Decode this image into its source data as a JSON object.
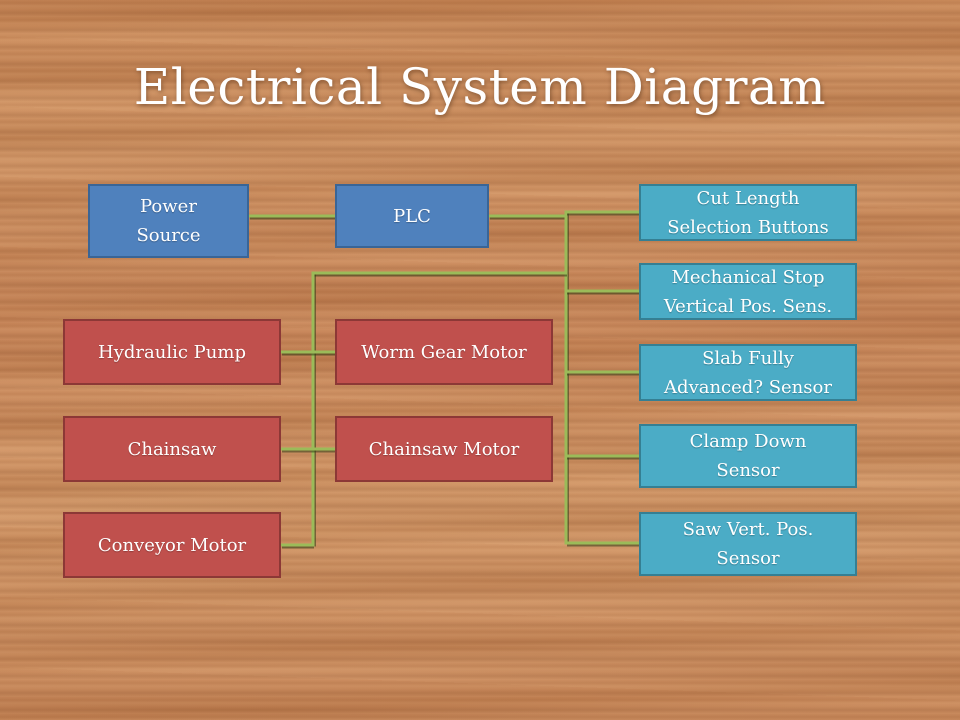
{
  "title": "Electrical System Diagram",
  "colors": {
    "wire": "#9bbb59",
    "wire_shadow": "#2e3a14",
    "blue_box": "#4f81bd",
    "red_box": "#c0504d",
    "cyan_box": "#4bacc6"
  },
  "nodes": {
    "power_source": "Power\nSource",
    "plc": "PLC",
    "hydraulic_pump": "Hydraulic Pump",
    "worm_gear_motor": "Worm Gear Motor",
    "chainsaw": "Chainsaw",
    "chainsaw_motor": "Chainsaw Motor",
    "conveyor_motor": "Conveyor Motor",
    "cut_length_buttons": "Cut Length\nSelection Buttons",
    "mech_stop_sensor": "Mechanical Stop\nVertical Pos. Sens.",
    "slab_advanced_sensor": "Slab Fully\nAdvanced? Sensor",
    "clamp_down_sensor": "Clamp Down\nSensor",
    "saw_vert_sensor": "Saw Vert. Pos.\nSensor"
  }
}
